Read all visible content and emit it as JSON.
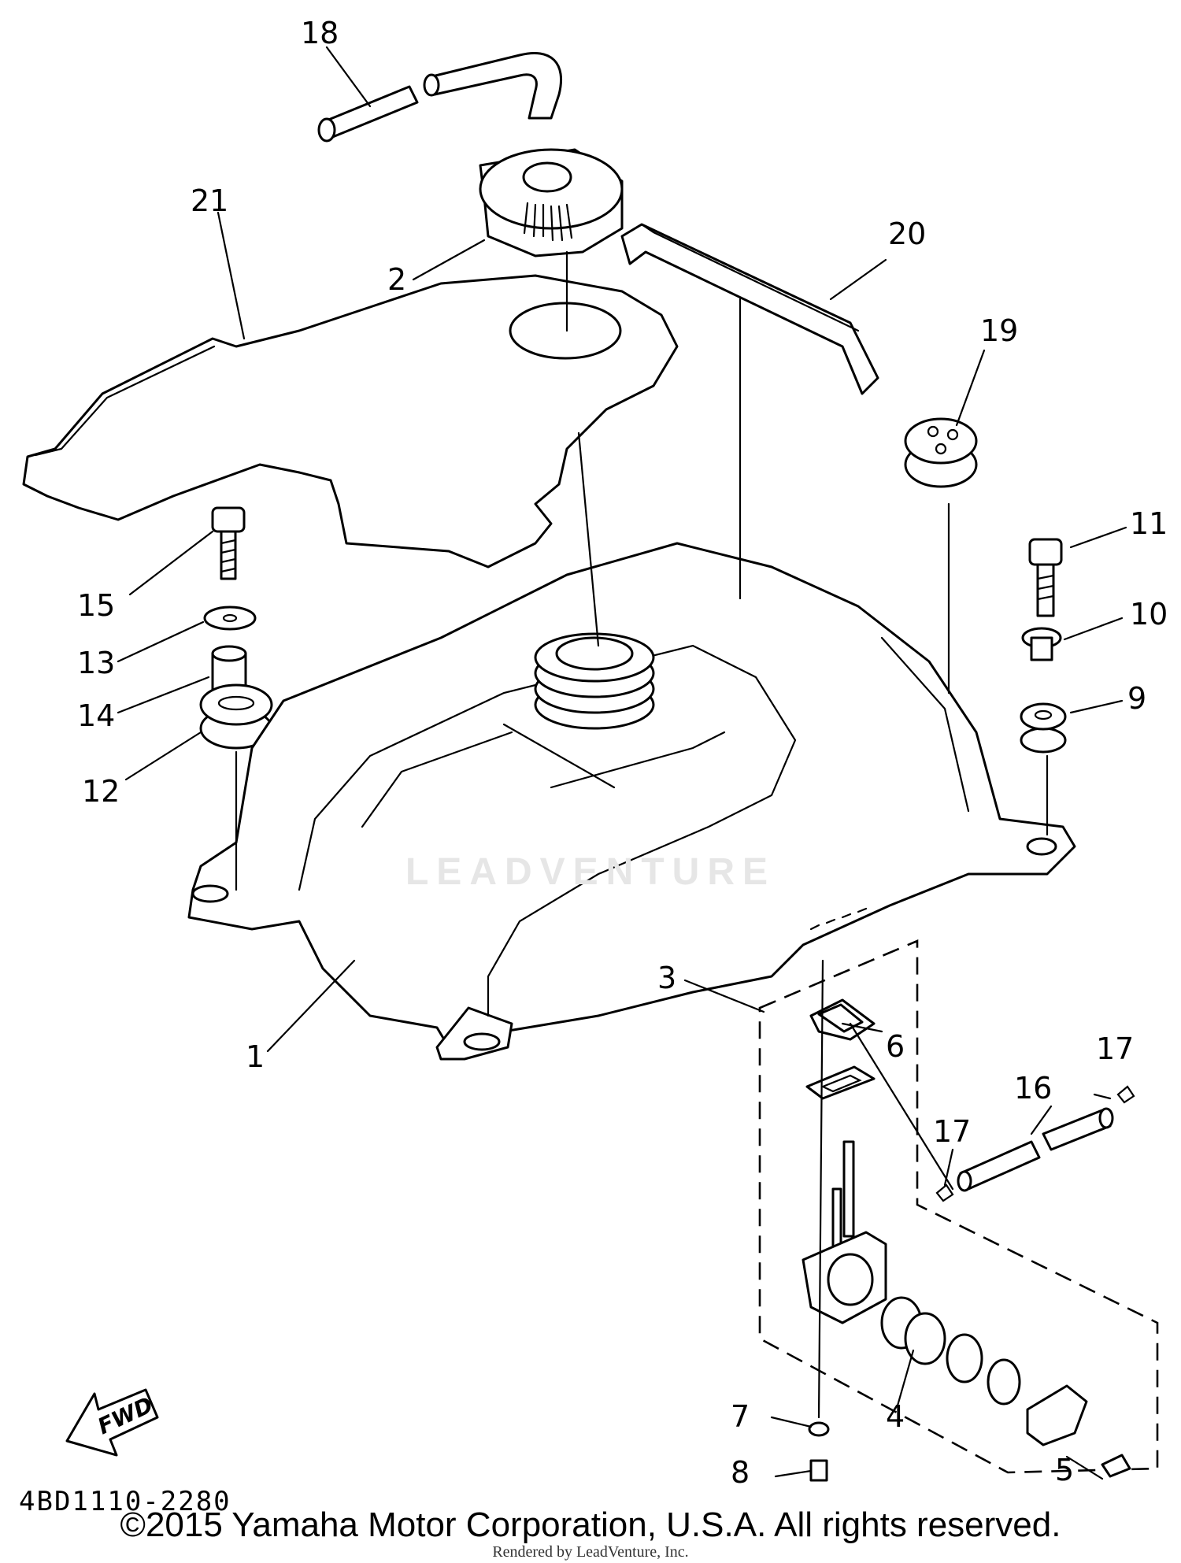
{
  "callouts": {
    "c1": "1",
    "c2": "2",
    "c3": "3",
    "c4": "4",
    "c5": "5",
    "c6": "6",
    "c7": "7",
    "c8": "8",
    "c9": "9",
    "c10": "10",
    "c11": "11",
    "c12": "12",
    "c13": "13",
    "c14": "14",
    "c15": "15",
    "c16": "16",
    "c17a": "17",
    "c17b": "17",
    "c18": "18",
    "c19": "19",
    "c20": "20",
    "c21": "21"
  },
  "fwd_label": "FWD",
  "diagram_code": "4BD1110-2280",
  "watermark": "LEADVENTURE",
  "copyright": "©2015 Yamaha Motor Corporation, U.S.A. All rights reserved.",
  "render_credit": "Rendered by LeadVenture, Inc."
}
